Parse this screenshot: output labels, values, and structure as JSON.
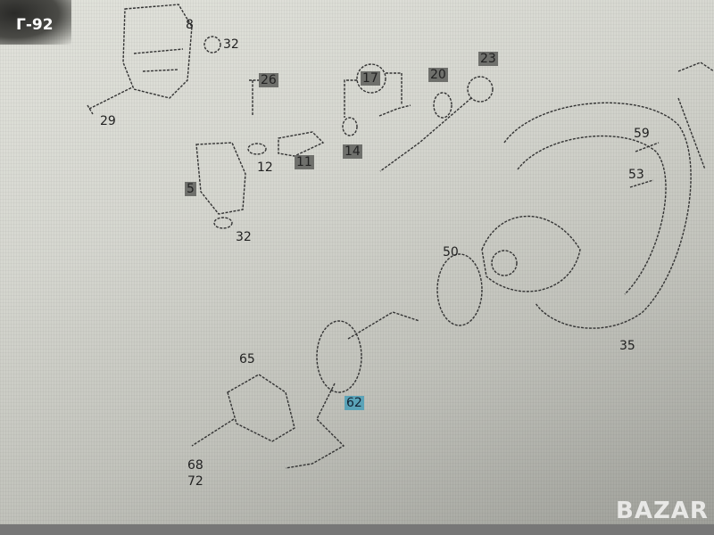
{
  "badge": "Г-92",
  "watermark": "BAZAR",
  "callouts": {
    "p8": "8",
    "p32a": "32",
    "p26": "26",
    "p29": "29",
    "p17": "17",
    "p20": "20",
    "p23": "23",
    "p14": "14",
    "p11": "11",
    "p12": "12",
    "p5": "5",
    "p32b": "32",
    "p59": "59",
    "p53": "53",
    "p50": "50",
    "p35": "35",
    "p65": "65",
    "p62": "62",
    "p68": "68",
    "p72": "72"
  }
}
